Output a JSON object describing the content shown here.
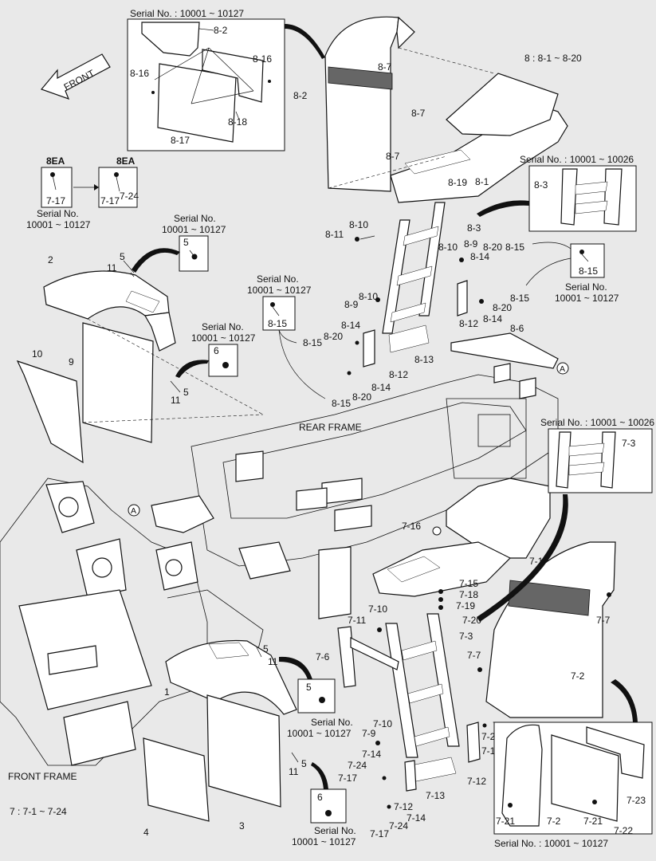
{
  "arrow_front": "FRONT",
  "group8_note": "8 : 8-1 ~ 8-20",
  "group7_note": "7 : 7-1 ~ 7-24",
  "rear_frame": "REAR FRAME",
  "front_frame": "FRONT FRAME",
  "ref_A": "A",
  "serial_lines": {
    "s_10001_10127": "Serial No. : 10001 ~ 10127",
    "s_10001_10026": "Serial No. : 10001 ~ 10026",
    "serial_no": "Serial No.",
    "range_10127": "10001 ~ 10127"
  },
  "qty_8ea": "8EA",
  "labels": {
    "l8_1": "8-1",
    "l8_2": "8-2",
    "l8_3": "8-3",
    "l8_6": "8-6",
    "l8_7": "8-7",
    "l8_9": "8-9",
    "l8_10": "8-10",
    "l8_11": "8-11",
    "l8_12": "8-12",
    "l8_13": "8-13",
    "l8_14": "8-14",
    "l8_15": "8-15",
    "l8_16": "8-16",
    "l8_17": "8-17",
    "l8_18": "8-18",
    "l8_19": "8-19",
    "l8_20": "8-20",
    "l7_1": "7-1",
    "l7_2": "7-2",
    "l7_3": "7-3",
    "l7_6": "7-6",
    "l7_7": "7-7",
    "l7_9": "7-9",
    "l7_10": "7-10",
    "l7_11": "7-11",
    "l7_12": "7-12",
    "l7_13": "7-13",
    "l7_14": "7-14",
    "l7_15": "7-15",
    "l7_16": "7-16",
    "l7_17": "7-17",
    "l7_18": "7-18",
    "l7_19": "7-19",
    "l7_20": "7-20",
    "l7_21": "7-21",
    "l7_22": "7-22",
    "l7_23": "7-23",
    "l7_24": "7-24",
    "n1": "1",
    "n2": "2",
    "n3": "3",
    "n4": "4",
    "n5": "5",
    "n6": "6",
    "n9": "9",
    "n10": "10",
    "n11": "11"
  }
}
